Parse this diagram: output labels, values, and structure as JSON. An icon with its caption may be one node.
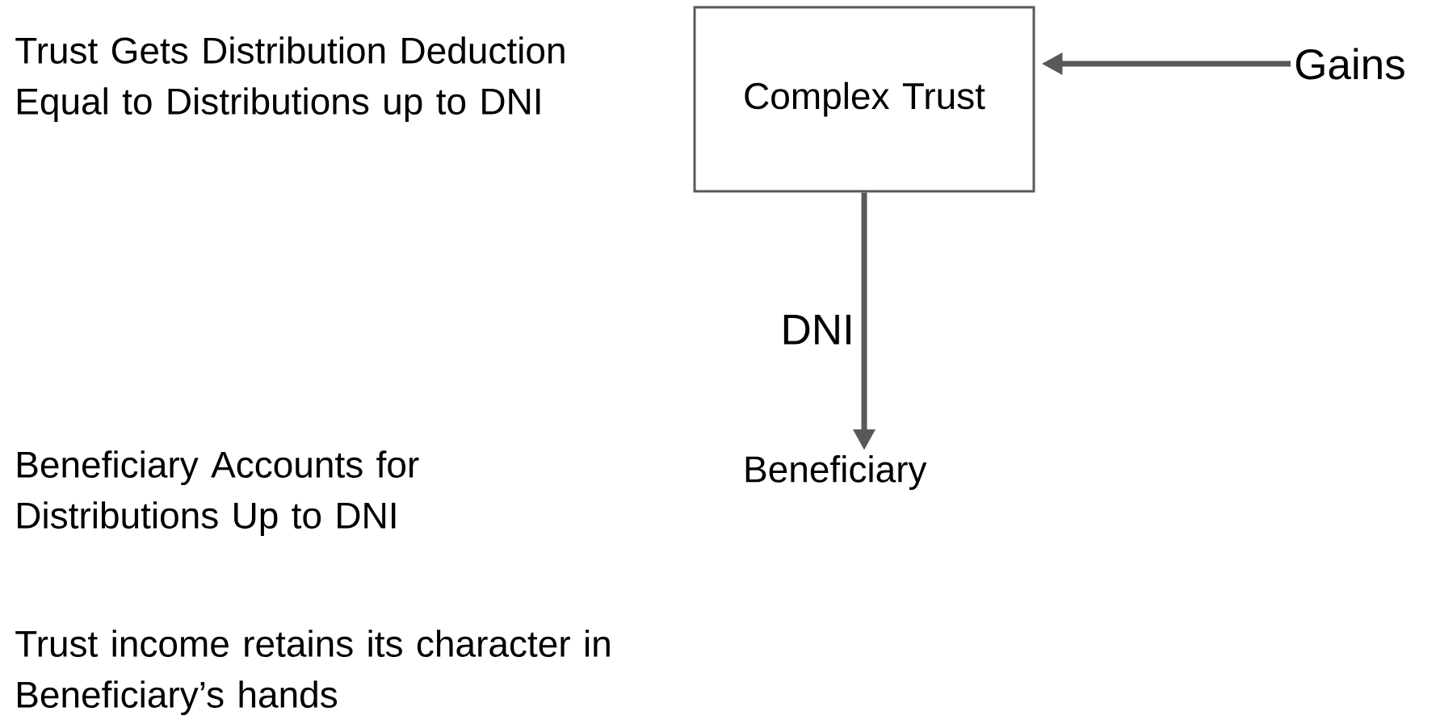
{
  "diagram": {
    "nodes": [
      {
        "text": [
          "Complex Trust"
        ]
      },
      {
        "text": [
          "Gains"
        ]
      },
      {
        "text": [
          "Beneficiary"
        ]
      }
    ],
    "edges": [
      {
        "from": 1,
        "to": 0,
        "arrow": "to"
      },
      {
        "from": 0,
        "to": 2,
        "arrow": "to",
        "label": "DNI"
      }
    ],
    "labels": [
      "Trust Gets Distribution Deduction Equal to Distributions up to DNI",
      "Beneficiary Accounts for Distributions Up to DNI",
      "Trust income retains its character in Beneficiary’s hands"
    ]
  }
}
